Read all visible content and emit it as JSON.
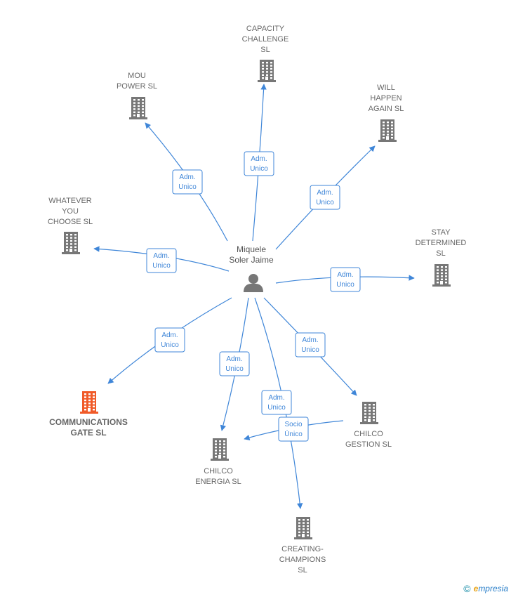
{
  "center": {
    "name_line1": "Miquele",
    "name_line2": "Soler Jaime",
    "icon": "person-icon"
  },
  "companies": [
    {
      "id": "capacity",
      "lines": [
        "CAPACITY",
        "CHALLENGE",
        "SL"
      ],
      "icon": "building-icon",
      "color": "#777777"
    },
    {
      "id": "mou",
      "lines": [
        "MOU",
        "POWER  SL"
      ],
      "icon": "building-icon",
      "color": "#777777"
    },
    {
      "id": "will",
      "lines": [
        "WILL",
        "HAPPEN",
        "AGAIN  SL"
      ],
      "icon": "building-icon",
      "color": "#777777"
    },
    {
      "id": "whatever",
      "lines": [
        "WHATEVER",
        "YOU",
        "CHOOSE  SL"
      ],
      "icon": "building-icon",
      "color": "#777777"
    },
    {
      "id": "stay",
      "lines": [
        "STAY",
        "DETERMINED",
        "SL"
      ],
      "icon": "building-icon",
      "color": "#777777"
    },
    {
      "id": "comm",
      "lines": [
        "COMMUNICATIONS",
        "GATE  SL"
      ],
      "icon": "building-icon",
      "color": "#f05a28"
    },
    {
      "id": "gestion",
      "lines": [
        "CHILCO",
        "GESTION  SL"
      ],
      "icon": "building-icon",
      "color": "#777777"
    },
    {
      "id": "energia",
      "lines": [
        "CHILCO",
        "ENERGIA  SL"
      ],
      "icon": "building-icon",
      "color": "#777777"
    },
    {
      "id": "creating",
      "lines": [
        "CREATING-",
        "CHAMPIONS",
        "SL"
      ],
      "icon": "building-icon",
      "color": "#777777"
    }
  ],
  "edges": [
    {
      "label": [
        "Adm.",
        "Unico"
      ]
    },
    {
      "label": [
        "Adm.",
        "Unico"
      ]
    },
    {
      "label": [
        "Adm.",
        "Unico"
      ]
    },
    {
      "label": [
        "Adm.",
        "Unico"
      ]
    },
    {
      "label": [
        "Adm.",
        "Unico"
      ]
    },
    {
      "label": [
        "Adm.",
        "Unico"
      ]
    },
    {
      "label": [
        "Adm.",
        "Unico"
      ]
    },
    {
      "label": [
        "Adm.",
        "Unico"
      ]
    },
    {
      "label": [
        "Adm.",
        "Unico"
      ]
    },
    {
      "label": [
        "Socio",
        "Único"
      ]
    }
  ],
  "footer": {
    "copyright": "©",
    "brand_initial": "e",
    "brand_rest": "mpresia"
  },
  "colors": {
    "edge": "#3f86d8",
    "building": "#777777",
    "highlight": "#f05a28",
    "person": "#777777"
  }
}
